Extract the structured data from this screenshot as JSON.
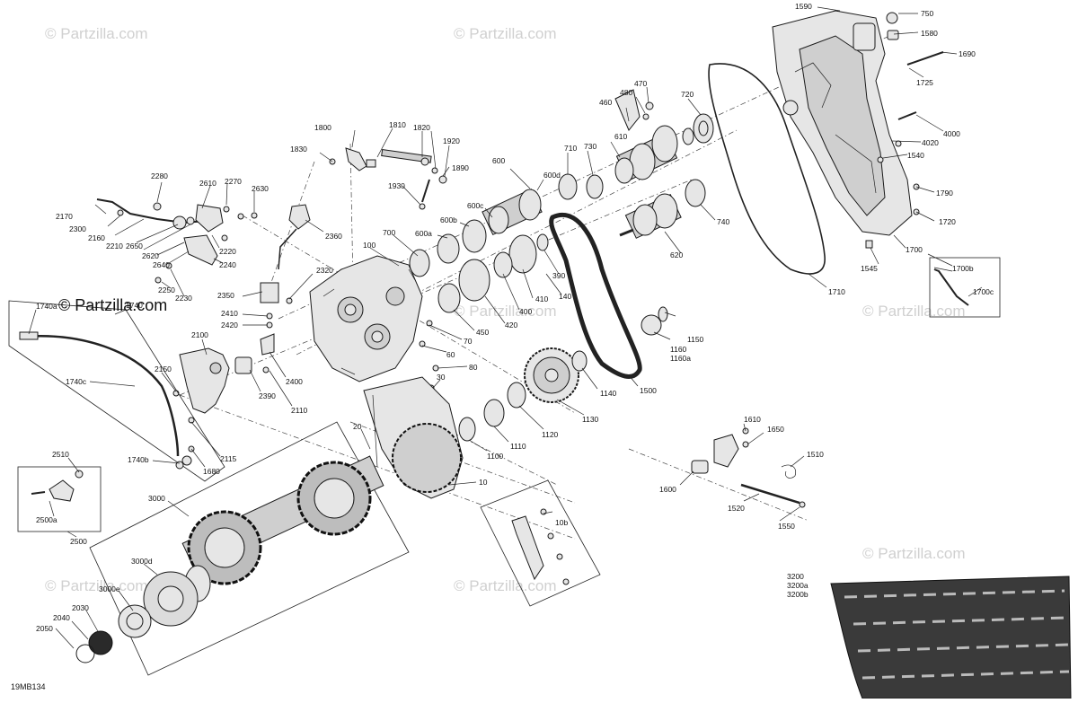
{
  "diagram_code": "19MB134",
  "watermark_text": "© Partzilla.com",
  "labels": {
    "l1590": "1590",
    "l750": "750",
    "l1580": "1580",
    "l1690": "1690",
    "l1725": "1725",
    "l4000": "4000",
    "l4020": "4020",
    "l1540": "1540",
    "l1790": "1790",
    "l1720": "1720",
    "l1700": "1700",
    "l1545": "1545",
    "l1710": "1710",
    "l1700b": "1700b",
    "l1700c": "1700c",
    "l470": "470",
    "l480": "480",
    "l460": "460",
    "l720": "720",
    "l610": "610",
    "l710": "710",
    "l730": "730",
    "l740": "740",
    "l620": "620",
    "l600": "600",
    "l600d": "600d",
    "l600c": "600c",
    "l600b": "600b",
    "l600a": "600a",
    "l700": "700",
    "l100": "100",
    "l390": "390",
    "l140": "140",
    "l410": "410",
    "l400": "400",
    "l420": "420",
    "l450": "450",
    "l70": "70",
    "l60": "60",
    "l80": "80",
    "l30": "30",
    "l20": "20",
    "l10": "10",
    "l10b": "10b",
    "l1800": "1800",
    "l1810": "1810",
    "l1820": "1820",
    "l1920": "1920",
    "l1830": "1830",
    "l1890": "1890",
    "l1930": "1930",
    "l2360": "2360",
    "l2280": "2280",
    "l2610": "2610",
    "l2270": "2270",
    "l2630": "2630",
    "l2170": "2170",
    "l2300": "2300",
    "l2160": "2160",
    "l2210": "2210",
    "l2650": "2650",
    "l2220": "2220",
    "l2620": "2620",
    "l2640": "2640",
    "l2240": "2240",
    "l2250": "2250",
    "l2230": "2230",
    "l2320": "2320",
    "l2350": "2350",
    "l2410": "2410",
    "l2420": "2420",
    "l2400": "2400",
    "l2390": "2390",
    "l2110": "2110",
    "l2100": "2100",
    "l2150": "2150",
    "l2115": "2115",
    "l1680": "1680",
    "l1740": "1740",
    "l1740a": "1740a",
    "l1740c": "1740c",
    "l1740b": "1740b",
    "l1150": "1150",
    "l1160": "1160",
    "l1160a": "1160a",
    "l1500": "1500",
    "l1140": "1140",
    "l1130": "1130",
    "l1120": "1120",
    "l1110": "1110",
    "l1100": "1100",
    "l1610": "1610",
    "l1650": "1650",
    "l1510": "1510",
    "l1600": "1600",
    "l1520": "1520",
    "l1550": "1550",
    "l2510": "2510",
    "l2500a": "2500a",
    "l2500": "2500",
    "l3000": "3000",
    "l3000d": "3000d",
    "l3000e": "3000e",
    "l2030": "2030",
    "l2040": "2040",
    "l2050": "2050",
    "l3200": "3200",
    "l3200a": "3200a",
    "l3200b": "3200b"
  }
}
